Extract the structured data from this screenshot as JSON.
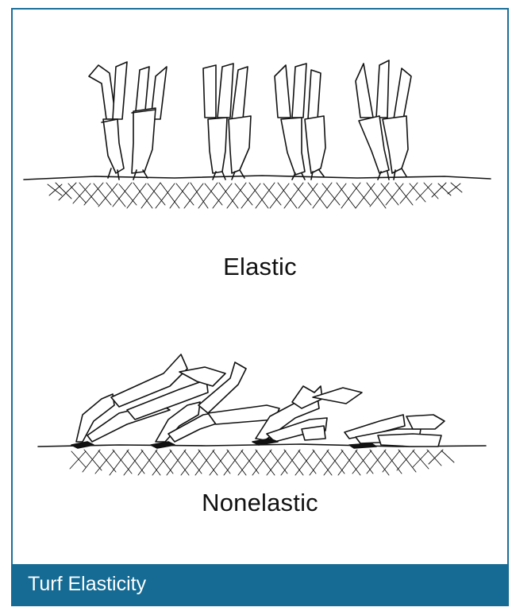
{
  "figure": {
    "label_top": "Elastic",
    "label_bottom": "Nonelastic",
    "caption": "Turf Elasticity",
    "colors": {
      "border": "#1a6f9a",
      "caption_bg": "#156b94",
      "caption_text": "#ffffff",
      "ink": "#111111"
    }
  }
}
